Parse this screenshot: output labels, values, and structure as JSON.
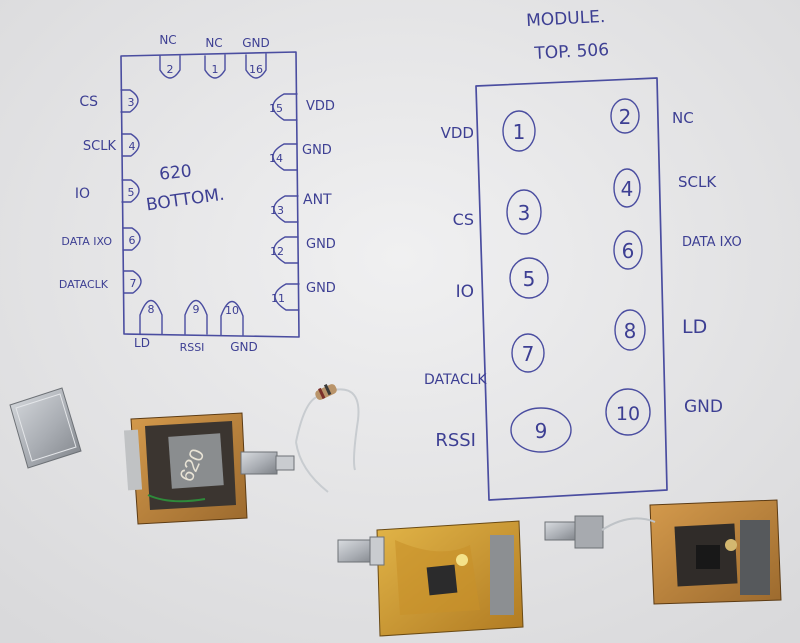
{
  "left_diagram": {
    "title_lines": [
      "620",
      "BOTTOM."
    ],
    "top_pins": [
      {
        "num": "2",
        "label": "NC"
      },
      {
        "num": "1",
        "label": "NC"
      },
      {
        "num": "16",
        "label": "GND"
      }
    ],
    "left_pins": [
      {
        "num": "3",
        "label": "CS"
      },
      {
        "num": "4",
        "label": "SCLK"
      },
      {
        "num": "5",
        "label": "IO"
      },
      {
        "num": "6",
        "label": "DATA IXO"
      },
      {
        "num": "7",
        "label": "DATACLK"
      }
    ],
    "right_pins": [
      {
        "num": "15",
        "label": "VDD"
      },
      {
        "num": "14",
        "label": "GND"
      },
      {
        "num": "13",
        "label": "ANT"
      },
      {
        "num": "12",
        "label": "GND"
      },
      {
        "num": "11",
        "label": "GND"
      }
    ],
    "bottom_pins": [
      {
        "num": "8",
        "label": "LD"
      },
      {
        "num": "9",
        "label": "RSSI"
      },
      {
        "num": "10",
        "label": "GND"
      }
    ]
  },
  "right_diagram": {
    "title_lines": [
      "MODULE.",
      "TOP. 506"
    ],
    "left_pins": [
      {
        "num": "1",
        "label": "VDD"
      },
      {
        "num": "3",
        "label": "CS"
      },
      {
        "num": "5",
        "label": "IO"
      },
      {
        "num": "7",
        "label": "DATACLK"
      },
      {
        "num": "9",
        "label": "RSSI"
      }
    ],
    "right_pins": [
      {
        "num": "2",
        "label": "NC"
      },
      {
        "num": "4",
        "label": "SCLK"
      },
      {
        "num": "6",
        "label": "DATA IXO"
      },
      {
        "num": "8",
        "label": "LD"
      },
      {
        "num": "10",
        "label": "GND"
      }
    ]
  },
  "board_label": "620",
  "colors": {
    "paper": "#e9e9ea",
    "ink": "#3d3f93",
    "pcb_copper": "#c98f3c",
    "pcb_gold": "#d7a634",
    "metal": "#b8bcc0",
    "chip": "#2a2a2c"
  }
}
